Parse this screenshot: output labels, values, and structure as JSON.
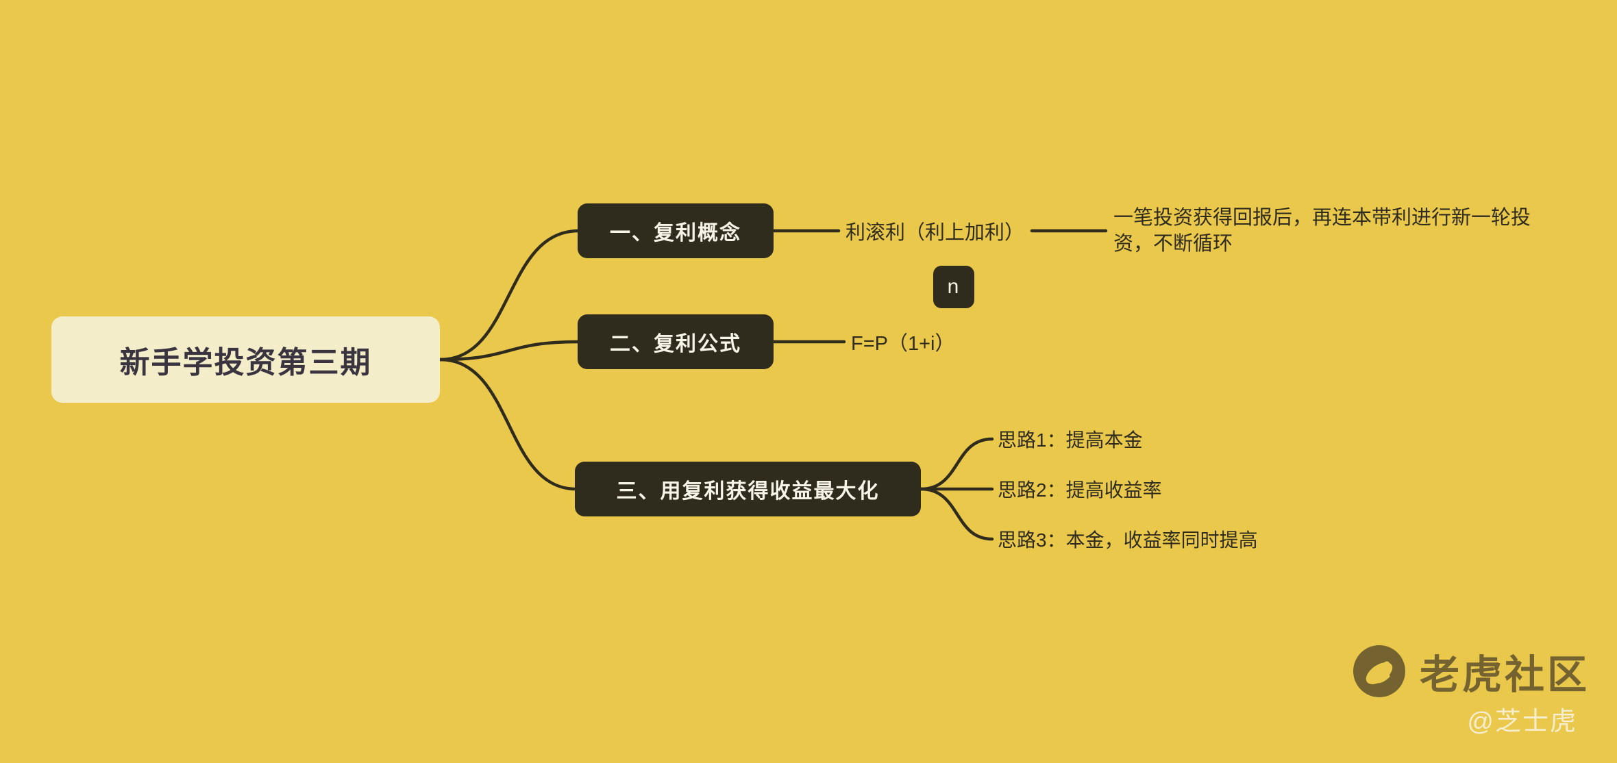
{
  "colors": {
    "background": "#e9c84b",
    "dark_node_bg": "#2f2b1d",
    "dark_node_text": "#f7f4e8",
    "root_bg": "#f3edc9",
    "root_text": "#3a3440",
    "connector": "#2f2b1d",
    "plain_text": "#2f2b1d",
    "watermark": "#5b4d2b",
    "handle_text": "#f7f1d9"
  },
  "mindmap": {
    "root": {
      "label": "新手学投资第三期"
    },
    "branches": [
      {
        "label": "一、复利概念",
        "child": {
          "label": "利滚利（利上加利）"
        },
        "note": {
          "label": "一笔投资获得回报后，再连本带利进行新一轮投资，不断循环"
        }
      },
      {
        "label": "二、复利公式",
        "formula": {
          "label": "F=P（1+i）",
          "exponent": "n"
        }
      },
      {
        "label": "三、用复利获得收益最大化",
        "children": [
          {
            "label": "思路1：提高本金"
          },
          {
            "label": "思路2：提高收益率"
          },
          {
            "label": "思路3：本金，收益率同时提高"
          }
        ]
      }
    ]
  },
  "watermark": {
    "brand": "老虎社区",
    "handle": "@芝士虎"
  }
}
